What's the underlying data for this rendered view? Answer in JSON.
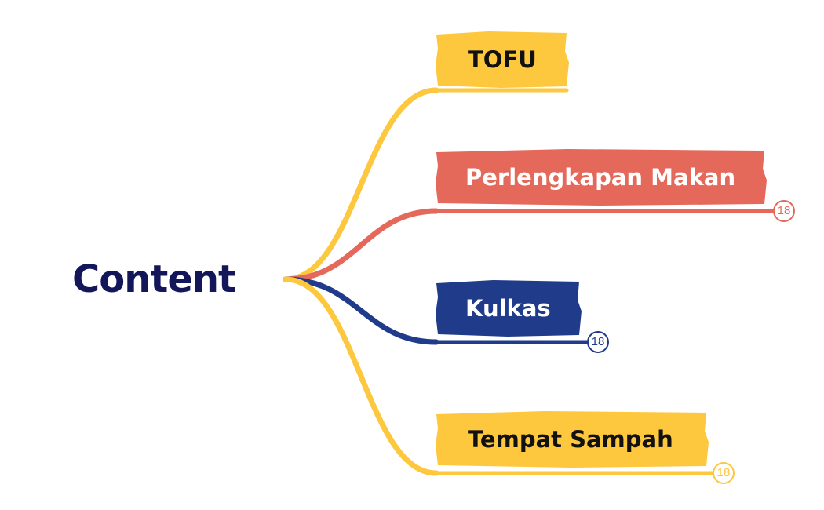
{
  "diagram": {
    "type": "mind-map",
    "root": {
      "label": "Content"
    },
    "branches": [
      {
        "label": "TOFU",
        "color": "#fdc73e",
        "text_color": "#111111",
        "badge": null
      },
      {
        "label": "Perlengkapan Makan",
        "color": "#e5695a",
        "text_color": "#ffffff",
        "badge": "18"
      },
      {
        "label": "Kulkas",
        "color": "#1f3b8a",
        "text_color": "#ffffff",
        "badge": "18"
      },
      {
        "label": "Tempat Sampah",
        "color": "#fdc73e",
        "text_color": "#111111",
        "badge": "18"
      }
    ]
  }
}
